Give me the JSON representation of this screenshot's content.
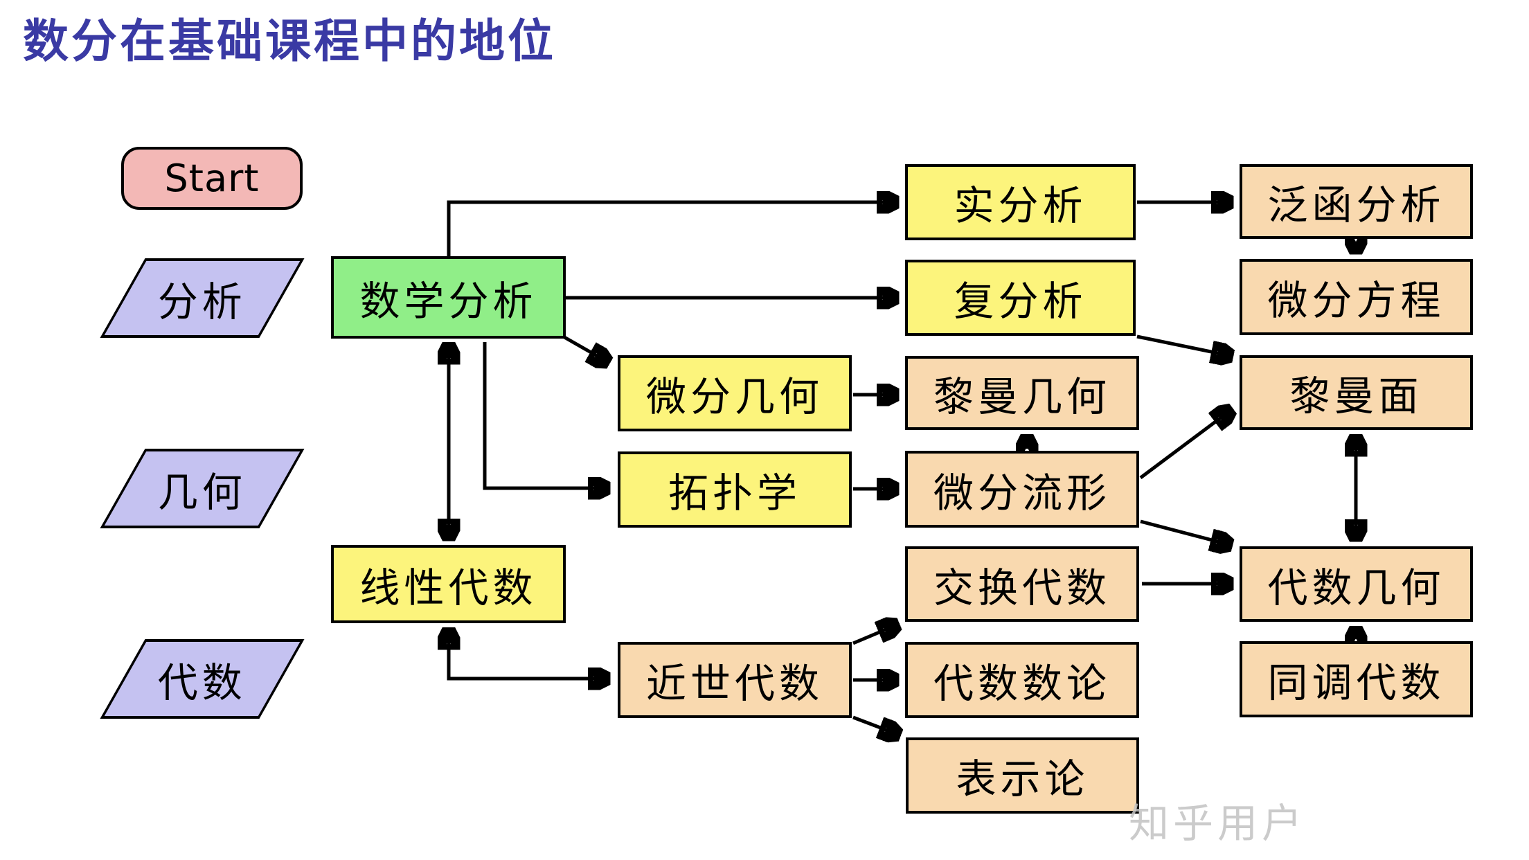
{
  "title": {
    "text": "数分在基础课程中的地位"
  },
  "watermark": {
    "text": "知乎用户"
  },
  "colors": {
    "title": "#3a3aa4",
    "start_fill": "#f3b8b6",
    "category_fill": "#c5c2f1",
    "core_fill": "#90ee88",
    "foundation_fill": "#fcf47c",
    "advanced_fill": "#f9d9af",
    "border": "#000000",
    "arrow": "#000000",
    "watermark": "#c3c3c3"
  },
  "nodes": {
    "start": {
      "label": "Start"
    },
    "analysis_category": {
      "label": "分析"
    },
    "geometry_category": {
      "label": "几何"
    },
    "algebra_category": {
      "label": "代数"
    },
    "math_analysis": {
      "label": "数学分析"
    },
    "linear_algebra": {
      "label": "线性代数"
    },
    "real_analysis": {
      "label": "实分析"
    },
    "complex_analysis": {
      "label": "复分析"
    },
    "diff_geometry": {
      "label": "微分几何"
    },
    "topology": {
      "label": "拓扑学"
    },
    "riemannian_geometry": {
      "label": "黎曼几何"
    },
    "diff_manifolds": {
      "label": "微分流形"
    },
    "functional_analysis": {
      "label": "泛函分析"
    },
    "diff_equations": {
      "label": "微分方程"
    },
    "riemann_surface": {
      "label": "黎曼面"
    },
    "commutative_algebra": {
      "label": "交换代数"
    },
    "algebraic_geometry": {
      "label": "代数几何"
    },
    "modern_algebra": {
      "label": "近世代数"
    },
    "algebraic_number_theory": {
      "label": "代数数论"
    },
    "homological_algebra": {
      "label": "同调代数"
    },
    "representation_theory": {
      "label": "表示论"
    }
  },
  "edges": [
    {
      "from": "math_analysis",
      "to": "real_analysis",
      "bidirectional": false
    },
    {
      "from": "math_analysis",
      "to": "complex_analysis",
      "bidirectional": false
    },
    {
      "from": "math_analysis",
      "to": "diff_geometry",
      "bidirectional": false
    },
    {
      "from": "math_analysis",
      "to": "topology",
      "bidirectional": false
    },
    {
      "from": "math_analysis",
      "to": "linear_algebra",
      "bidirectional": true
    },
    {
      "from": "linear_algebra",
      "to": "modern_algebra",
      "bidirectional": true
    },
    {
      "from": "modern_algebra",
      "to": "commutative_algebra",
      "bidirectional": false
    },
    {
      "from": "modern_algebra",
      "to": "algebraic_number_theory",
      "bidirectional": false
    },
    {
      "from": "modern_algebra",
      "to": "representation_theory",
      "bidirectional": false
    },
    {
      "from": "real_analysis",
      "to": "functional_analysis",
      "bidirectional": false
    },
    {
      "from": "functional_analysis",
      "to": "diff_equations",
      "bidirectional": false
    },
    {
      "from": "complex_analysis",
      "to": "riemann_surface",
      "bidirectional": false
    },
    {
      "from": "diff_geometry",
      "to": "riemannian_geometry",
      "bidirectional": false
    },
    {
      "from": "topology",
      "to": "diff_manifolds",
      "bidirectional": false
    },
    {
      "from": "diff_manifolds",
      "to": "riemannian_geometry",
      "bidirectional": false
    },
    {
      "from": "diff_manifolds",
      "to": "riemann_surface",
      "bidirectional": false
    },
    {
      "from": "diff_manifolds",
      "to": "algebraic_geometry",
      "bidirectional": false
    },
    {
      "from": "commutative_algebra",
      "to": "algebraic_geometry",
      "bidirectional": false
    },
    {
      "from": "riemann_surface",
      "to": "algebraic_geometry",
      "bidirectional": true
    },
    {
      "from": "homological_algebra",
      "to": "algebraic_geometry",
      "bidirectional": false
    }
  ]
}
